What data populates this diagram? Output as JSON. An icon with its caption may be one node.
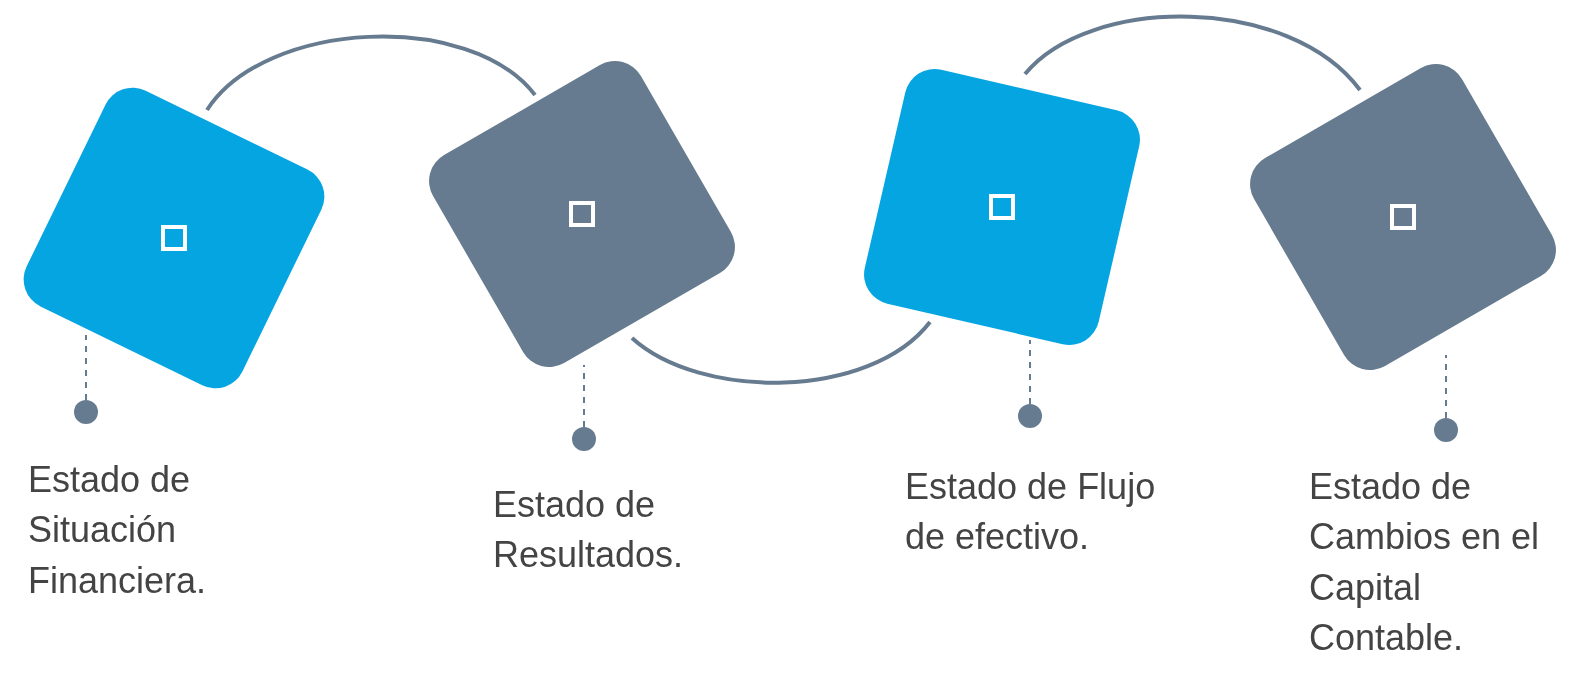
{
  "diagram": {
    "nodes": [
      {
        "text": [],
        "shape": "box"
      },
      {
        "text": [],
        "shape": "box"
      },
      {
        "text": [],
        "shape": "box"
      },
      {
        "text": [],
        "shape": "box"
      },
      {
        "text": [
          "Estado de Situación Financiera."
        ]
      },
      {
        "text": [
          "Estado de Resultados."
        ]
      },
      {
        "text": [
          "Estado de Flujo de efectivo."
        ]
      },
      {
        "text": [
          "Estado de Cambios en el Capital Contable."
        ]
      }
    ],
    "edges": [
      {
        "from": 0,
        "to": 1,
        "arrow": "none"
      },
      {
        "from": 1,
        "to": 2,
        "arrow": "none"
      },
      {
        "from": 2,
        "to": 3,
        "arrow": "none"
      },
      {
        "from": 4,
        "to": 0,
        "arrow": "other",
        "style": "dashed"
      },
      {
        "from": 5,
        "to": 1,
        "arrow": "other",
        "style": "dashed"
      },
      {
        "from": 6,
        "to": 2,
        "arrow": "other",
        "style": "dashed"
      },
      {
        "from": 7,
        "to": 3,
        "arrow": "other",
        "style": "dashed"
      }
    ]
  }
}
